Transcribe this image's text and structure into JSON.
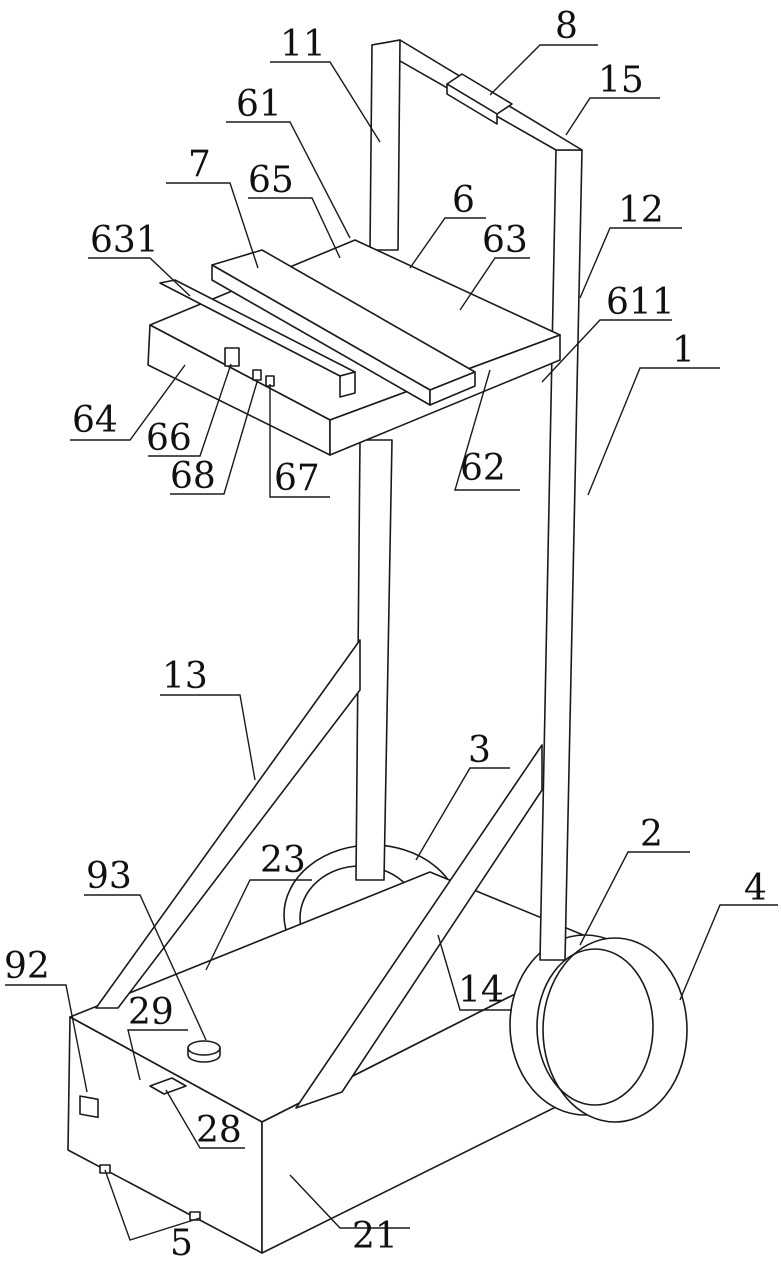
{
  "labels": {
    "l1": "1",
    "l2": "2",
    "l3": "3",
    "l4": "4",
    "l5": "5",
    "l6": "6",
    "l7": "7",
    "l8": "8",
    "l11": "11",
    "l12": "12",
    "l13": "13",
    "l14": "14",
    "l15": "15",
    "l21": "21",
    "l23": "23",
    "l28": "28",
    "l29": "29",
    "l61": "61",
    "l62": "62",
    "l63": "63",
    "l64": "64",
    "l65": "65",
    "l66": "66",
    "l67": "67",
    "l68": "68",
    "l92": "92",
    "l93": "93",
    "l611": "611",
    "l631": "631"
  }
}
